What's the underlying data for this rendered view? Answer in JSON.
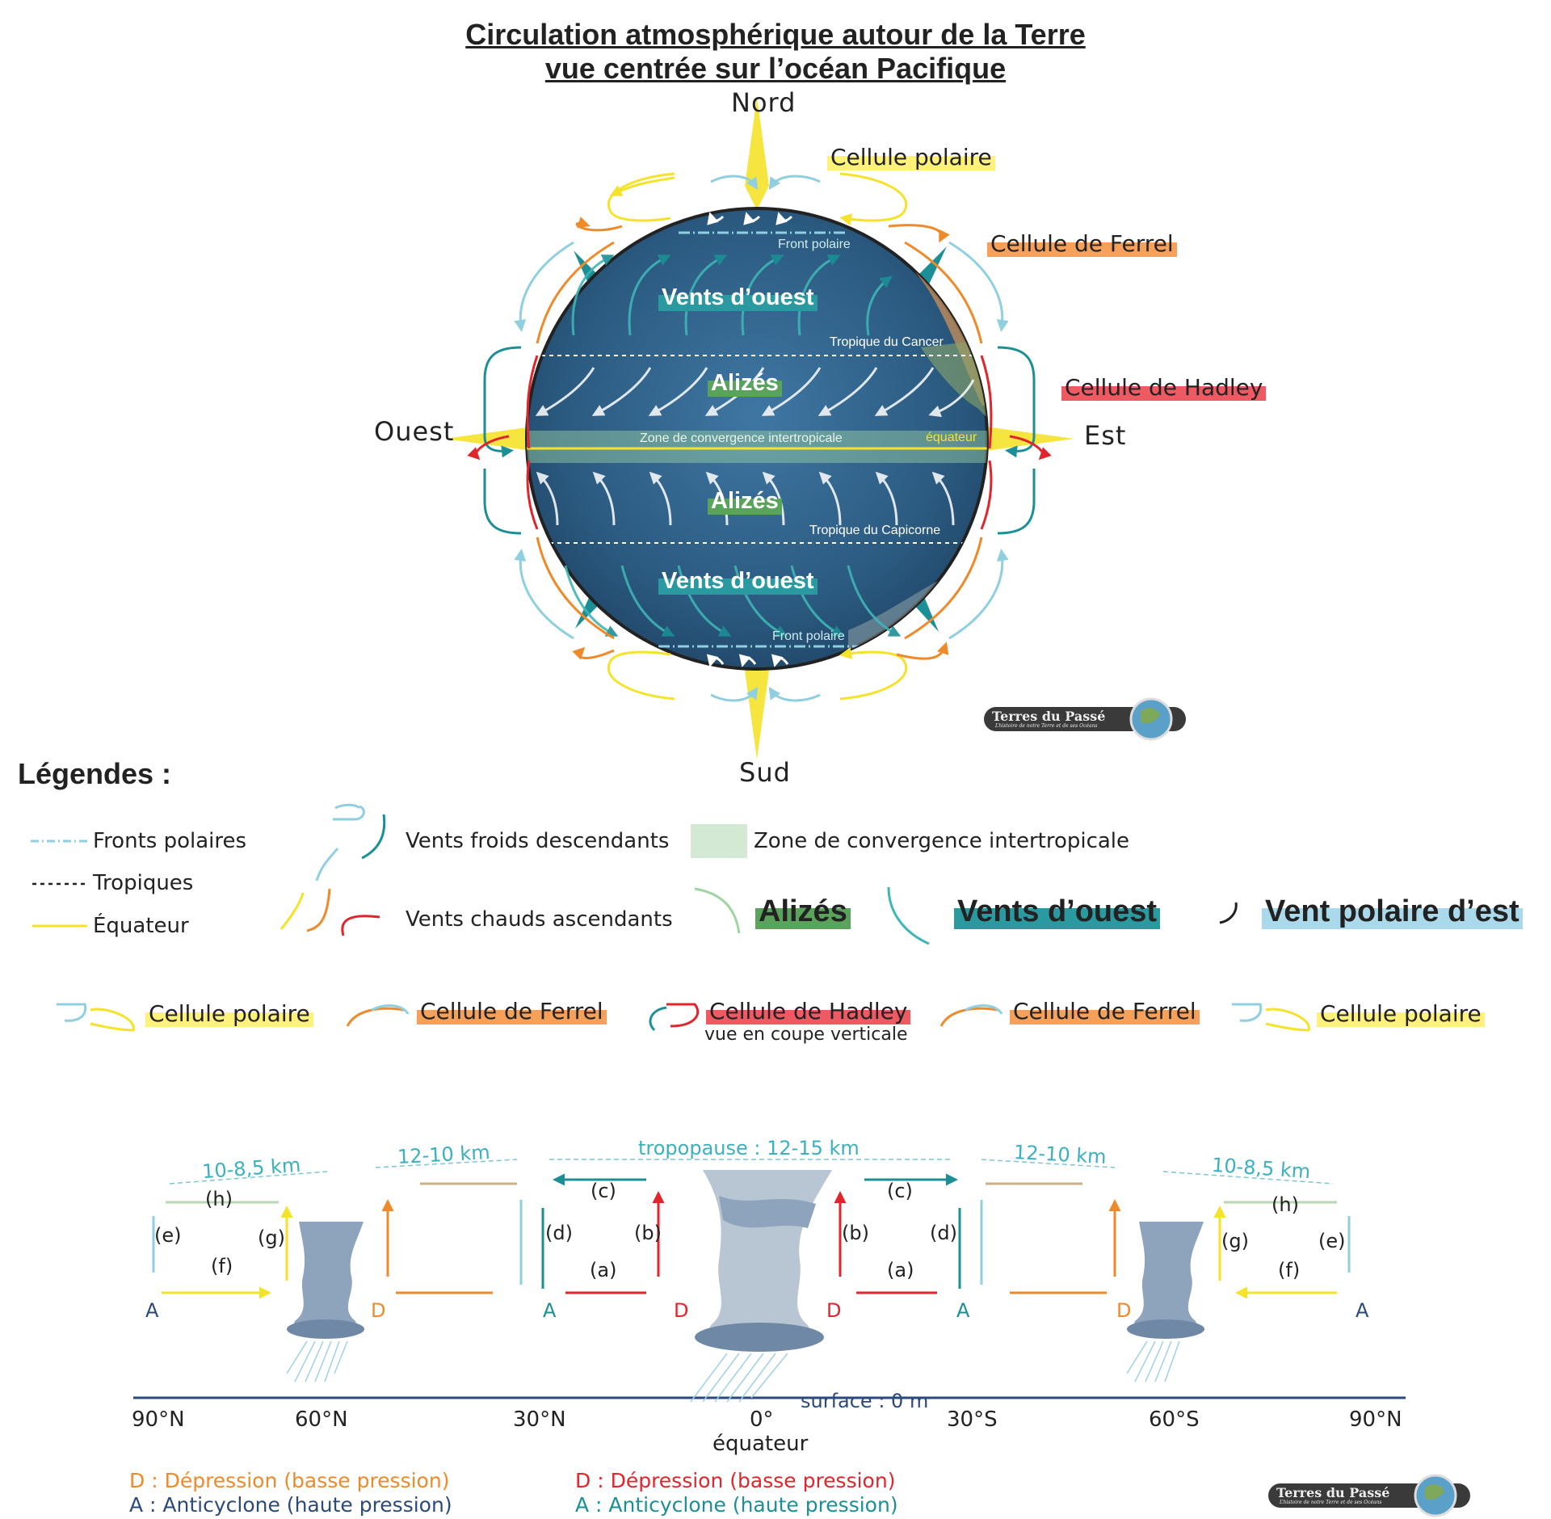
{
  "title": {
    "line1": "Circulation atmosphérique autour de la Terre",
    "line2": "vue centrée sur l’océan Pacifique"
  },
  "compass": {
    "north": "Nord",
    "south": "Sud",
    "east": "Est",
    "west": "Ouest"
  },
  "cells": {
    "polar": "Cellule polaire",
    "ferrel": "Cellule de Ferrel",
    "hadley": "Cellule de Hadley"
  },
  "globe": {
    "westerlies_north": "Vents d’ouest",
    "trades_north": "Alizés",
    "trades_south": "Alizés",
    "westerlies_south": "Vents d’ouest",
    "polar_front_north": "Front polaire",
    "polar_front_south": "Front polaire",
    "tropic_cancer": "Tropique du Cancer",
    "tropic_capricorn": "Tropique du Capicorne",
    "itcz": "Zone de convergence intertropicale",
    "equator": "équateur"
  },
  "logo": {
    "name": "Terres du Passé",
    "tagline": "L’histoire de notre Terre et de ses Océans"
  },
  "legend": {
    "title": "Légendes :",
    "polar_fronts": "Fronts polaires",
    "tropics": "Tropiques",
    "equator": "Équateur",
    "cold_winds": "Vents froids descendants",
    "warm_winds": "Vents chauds ascendants",
    "itcz": "Zone de convergence intertropicale",
    "trades": "Alizés",
    "westerlies": "Vents d’ouest",
    "polar_easterly": "Vent polaire d’est",
    "row_cells": [
      "Cellule polaire",
      "Cellule de Ferrel",
      "Cellule de Hadley",
      "Cellule de Ferrel",
      "Cellule polaire"
    ],
    "vertical_section": "vue en coupe verticale"
  },
  "section": {
    "heights": [
      "10-8,5 km",
      "12-10 km",
      "tropopause : 12-15 km",
      "12-10 km",
      "10-8,5 km"
    ],
    "letters": [
      "(h)",
      "(e)",
      "(g)",
      "(f)",
      "(c)",
      "(d)",
      "(b)",
      "(a)",
      "(b)",
      "(d)",
      "(c)",
      "(a)",
      "(h)",
      "(g)",
      "(e)",
      "(f)"
    ],
    "pressure_marks": [
      "A",
      "D",
      "A",
      "D",
      "D",
      "A",
      "D",
      "A"
    ],
    "surface": "surface : 0 m",
    "latitudes": [
      "90°N",
      "60°N",
      "30°N",
      "0°",
      "30°S",
      "60°S",
      "90°N"
    ],
    "equator": "équateur"
  },
  "pressure_legend": {
    "d_orange": "D : Dépression (basse pression)",
    "a_navy": "A : Anticyclone (haute pression)",
    "d_red": "D : Dépression (basse pression)",
    "a_teal": "A : Anticyclone (haute pression)"
  },
  "colors": {
    "polar_yellow": "#f5e22a",
    "polar_blue": "#8fcfe0",
    "ferrel_orange": "#ef8a2b",
    "hadley_red": "#e0262c",
    "hadley_teal": "#1b8f95",
    "ocean": "#2d5f86",
    "navy": "#2b4a7a"
  }
}
